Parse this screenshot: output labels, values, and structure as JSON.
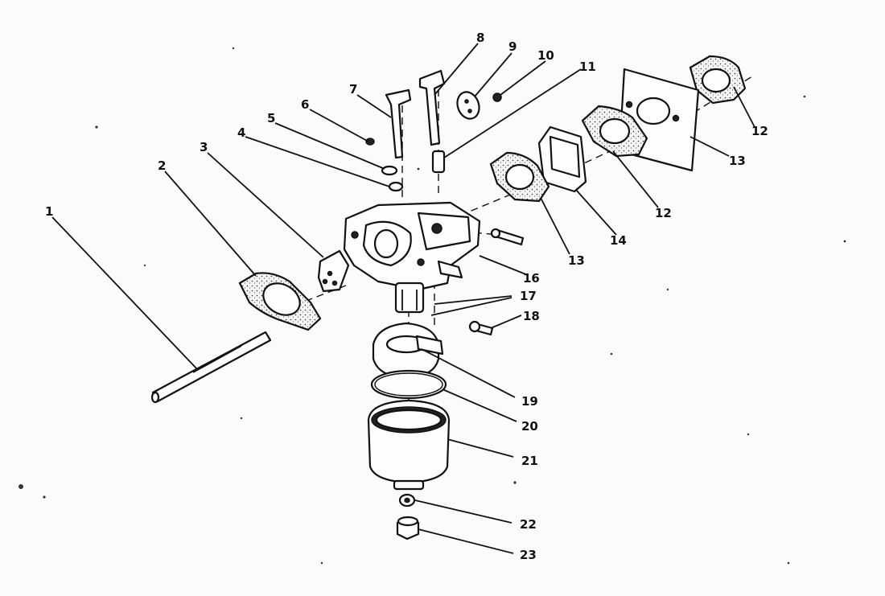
{
  "diagram": {
    "callouts": [
      {
        "id": "c1",
        "label": "1"
      },
      {
        "id": "c2",
        "label": "2"
      },
      {
        "id": "c3",
        "label": "3"
      },
      {
        "id": "c4",
        "label": "4"
      },
      {
        "id": "c5",
        "label": "5"
      },
      {
        "id": "c6",
        "label": "6"
      },
      {
        "id": "c7",
        "label": "7"
      },
      {
        "id": "c8",
        "label": "8"
      },
      {
        "id": "c9",
        "label": "9"
      },
      {
        "id": "c10",
        "label": "10"
      },
      {
        "id": "c11",
        "label": "11"
      },
      {
        "id": "c12a",
        "label": "12"
      },
      {
        "id": "c13a",
        "label": "13"
      },
      {
        "id": "c12b",
        "label": "12"
      },
      {
        "id": "c14",
        "label": "14"
      },
      {
        "id": "c13b",
        "label": "13"
      },
      {
        "id": "c16",
        "label": "16"
      },
      {
        "id": "c17",
        "label": "17"
      },
      {
        "id": "c18",
        "label": "18"
      },
      {
        "id": "c19",
        "label": "19"
      },
      {
        "id": "c20",
        "label": "20"
      },
      {
        "id": "c21",
        "label": "21"
      },
      {
        "id": "c22",
        "label": "22"
      },
      {
        "id": "c23",
        "label": "23"
      }
    ]
  }
}
